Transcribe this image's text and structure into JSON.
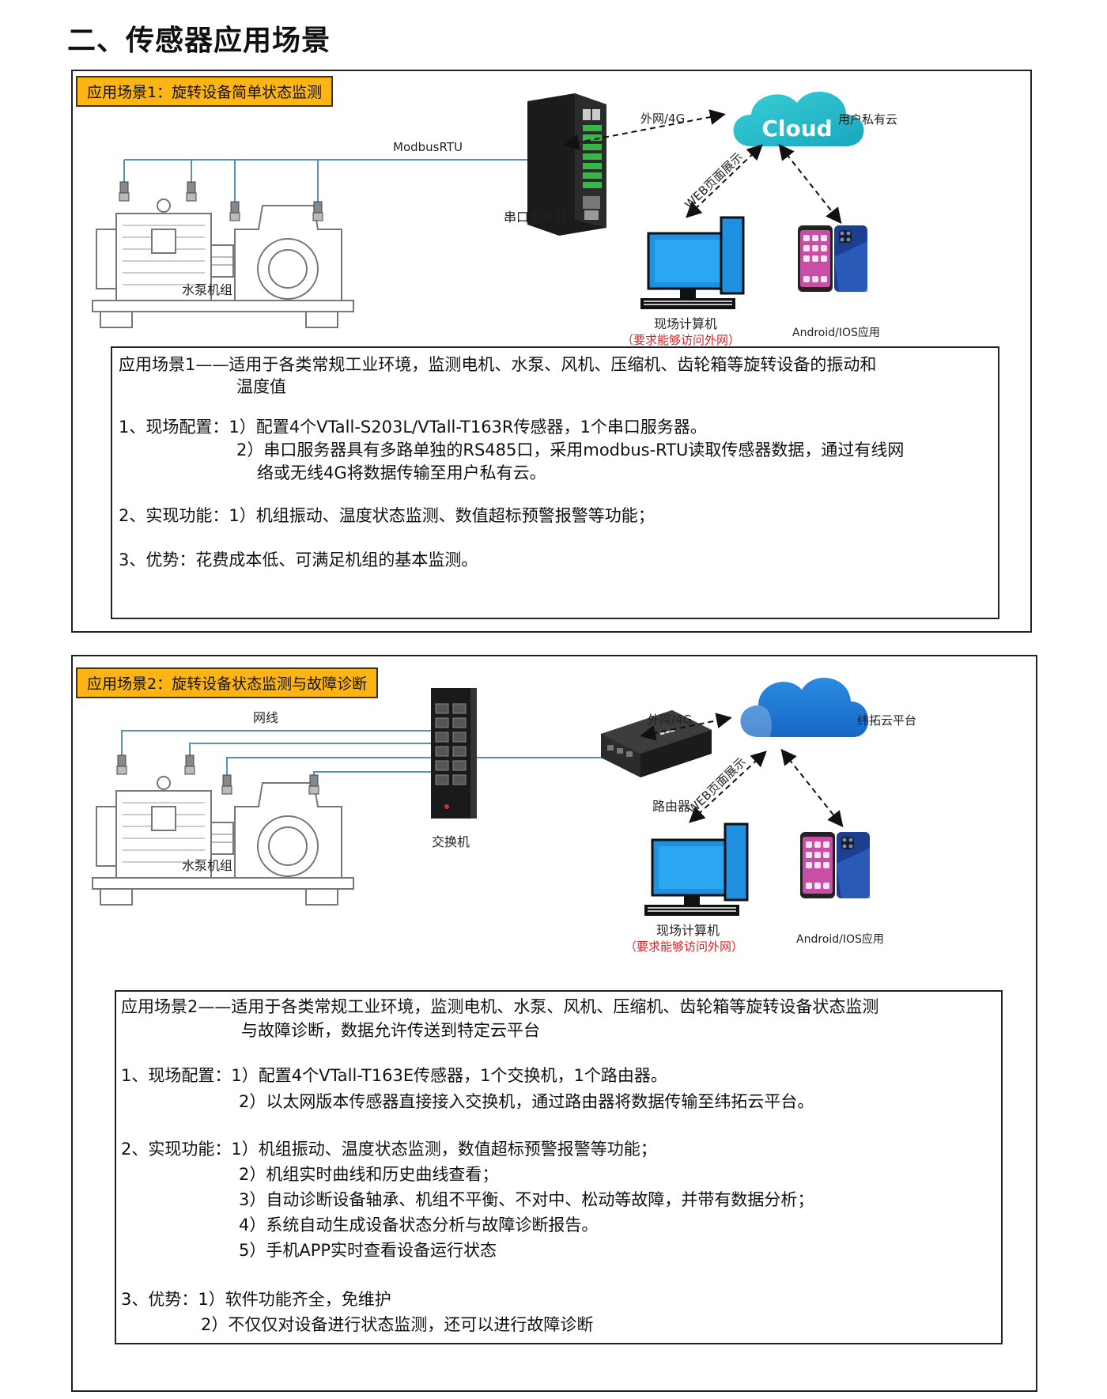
{
  "page_title": "二、传感器应用场景",
  "scenario1": {
    "badge": "应用场景1：旋转设备简单状态监测",
    "labels": {
      "modbus": "ModbusRTU",
      "serial_server": "串口服务器",
      "network": "外网/4G",
      "cloud_logo": "Cloud",
      "cloud": "用户私有云",
      "web": "WEB页面展示",
      "pump": "水泵机组",
      "computer": "现场计算机",
      "computer_note": "（要求能够访问外网）",
      "mobile": "Android/IOS应用"
    },
    "desc": {
      "title1": "应用场景1——适用于各类常规工业环境，监测电机、水泵、风机、压缩机、齿轮箱等旋转设备的振动和",
      "title2": "温度值",
      "config1": "1、现场配置：1）配置4个VTall-S203L/VTall-T163R传感器，1个串口服务器。",
      "config2": "2）串口服务器具有多路单独的RS485口，采用modbus-RTU读取传感器数据，通过有线网",
      "config3": "络或无线4G将数据传输至用户私有云。",
      "func1": "2、实现功能：1）机组振动、温度状态监测、数值超标预警报警等功能；",
      "adv1": "3、优势：花费成本低、可满足机组的基本监测。"
    }
  },
  "scenario2": {
    "badge": "应用场景2：旋转设备状态监测与故障诊断",
    "labels": {
      "cable": "网线",
      "switch": "交换机",
      "router": "路由器",
      "network": "外网/4G",
      "cloud": "纬拓云平台",
      "web": "WEB页面展示",
      "pump": "水泵机组",
      "computer": "现场计算机",
      "computer_note": "（要求能够访问外网）",
      "mobile": "Android/IOS应用"
    },
    "desc": {
      "title1": "应用场景2——适用于各类常规工业环境，监测电机、水泵、风机、压缩机、齿轮箱等旋转设备状态监测",
      "title2": "与故障诊断，数据允许传送到特定云平台",
      "config1": "1、现场配置：1）配置4个VTall-T163E传感器，1个交换机，1个路由器。",
      "config2": "2）以太网版本传感器直接接入交换机，通过路由器将数据传输至纬拓云平台。",
      "func1": "2、实现功能：1）机组振动、温度状态监测，数值超标预警报警等功能；",
      "func2": "2）机组实时曲线和历史曲线查看；",
      "func3": "3）自动诊断设备轴承、机组不平衡、不对中、松动等故障，并带有数据分析；",
      "func4": "4）系统自动生成设备状态分析与故障诊断报告。",
      "func5": "5）手机APP实时查看设备运行状态",
      "adv1": "3、优势：1）软件功能齐全，免维护",
      "adv2": "2）不仅仅对设备进行状态监测，还可以进行故障诊断"
    }
  },
  "colors": {
    "badge": "#fdb515",
    "cable": "#5a8fb8",
    "cloud_blue": "#1f7fd6",
    "cloud_teal": "#2bbfc9",
    "note_red": "#d22222"
  },
  "icons": [
    "motor-pump-unit",
    "serial-server-device",
    "cloud-icon",
    "monitor-icon",
    "smartphone-icon",
    "network-switch-icon",
    "router-icon"
  ]
}
